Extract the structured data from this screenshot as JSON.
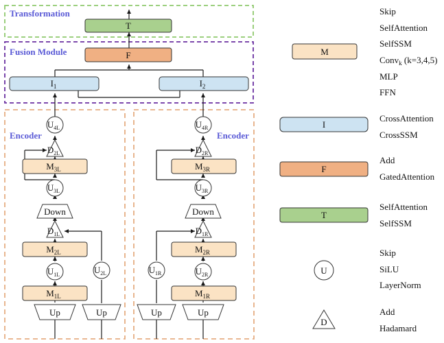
{
  "sections": {
    "transformation": "Transformation",
    "fusion": "Fusion Module",
    "encoder_left": "Encoder",
    "encoder_right": "Encoder"
  },
  "nodes": {
    "T": "T",
    "F": "F",
    "I1": {
      "base": "I",
      "sub": "1"
    },
    "I2": {
      "base": "I",
      "sub": "2"
    },
    "U4L": {
      "base": "U",
      "sub": "4L"
    },
    "D2L": {
      "base": "D",
      "sub": "2L"
    },
    "M3L": {
      "base": "M",
      "sub": "3L"
    },
    "U3L": {
      "base": "U",
      "sub": "3L"
    },
    "DownL": "Down",
    "D1L": {
      "base": "D",
      "sub": "1L"
    },
    "M2L": {
      "base": "M",
      "sub": "2L"
    },
    "U1L": {
      "base": "U",
      "sub": "1L"
    },
    "U2L": {
      "base": "U",
      "sub": "2L"
    },
    "M1L": {
      "base": "M",
      "sub": "1L"
    },
    "UpL1": "Up",
    "UpL2": "Up",
    "U4R": {
      "base": "U",
      "sub": "4R"
    },
    "D2R": {
      "base": "D",
      "sub": "2R"
    },
    "M3R": {
      "base": "M",
      "sub": "3R"
    },
    "U3R": {
      "base": "U",
      "sub": "3R"
    },
    "DownR": "Down",
    "D1R": {
      "base": "D",
      "sub": "1R"
    },
    "M2R": {
      "base": "M",
      "sub": "2R"
    },
    "U1R": {
      "base": "U",
      "sub": "1R"
    },
    "U2R": {
      "base": "U",
      "sub": "2R"
    },
    "M1R": {
      "base": "M",
      "sub": "1R"
    },
    "UpR1": "Up",
    "UpR2": "Up"
  },
  "legend": {
    "M": {
      "symbol": "M",
      "items": [
        "Skip",
        "SelfAttention",
        "SelfSSM",
        "Conv_k (k=3,4,5)",
        "MLP",
        "FFN"
      ],
      "conv_base": "Conv",
      "conv_sub": "k",
      "conv_rest": " (k=3,4,5)"
    },
    "I": {
      "symbol": "I",
      "items": [
        "CrossAttention",
        "CrossSSM"
      ]
    },
    "F": {
      "symbol": "F",
      "items": [
        "Add",
        "GatedAttention"
      ]
    },
    "T": {
      "symbol": "T",
      "items": [
        "SelfAttention",
        "SelfSSM"
      ]
    },
    "U": {
      "symbol": "U",
      "items": [
        "Skip",
        "SiLU",
        "LayerNorm"
      ]
    },
    "D": {
      "symbol": "D",
      "items": [
        "Add",
        "Hadamard"
      ]
    }
  },
  "colors": {
    "M_fill": "#fbe3c4",
    "F_fill": "#f0b083",
    "I_fill": "#cde3f2",
    "T_fill": "#a9d08e",
    "border_green": "#8fc96d",
    "border_purple": "#6a2fa0",
    "border_orange": "#e6ad82",
    "section_text": "#5a5ad6"
  },
  "icons": {
    "U": "circle-node",
    "D": "triangle-node",
    "Up": "trapezoid-node",
    "Down": "trapezoid-node"
  }
}
